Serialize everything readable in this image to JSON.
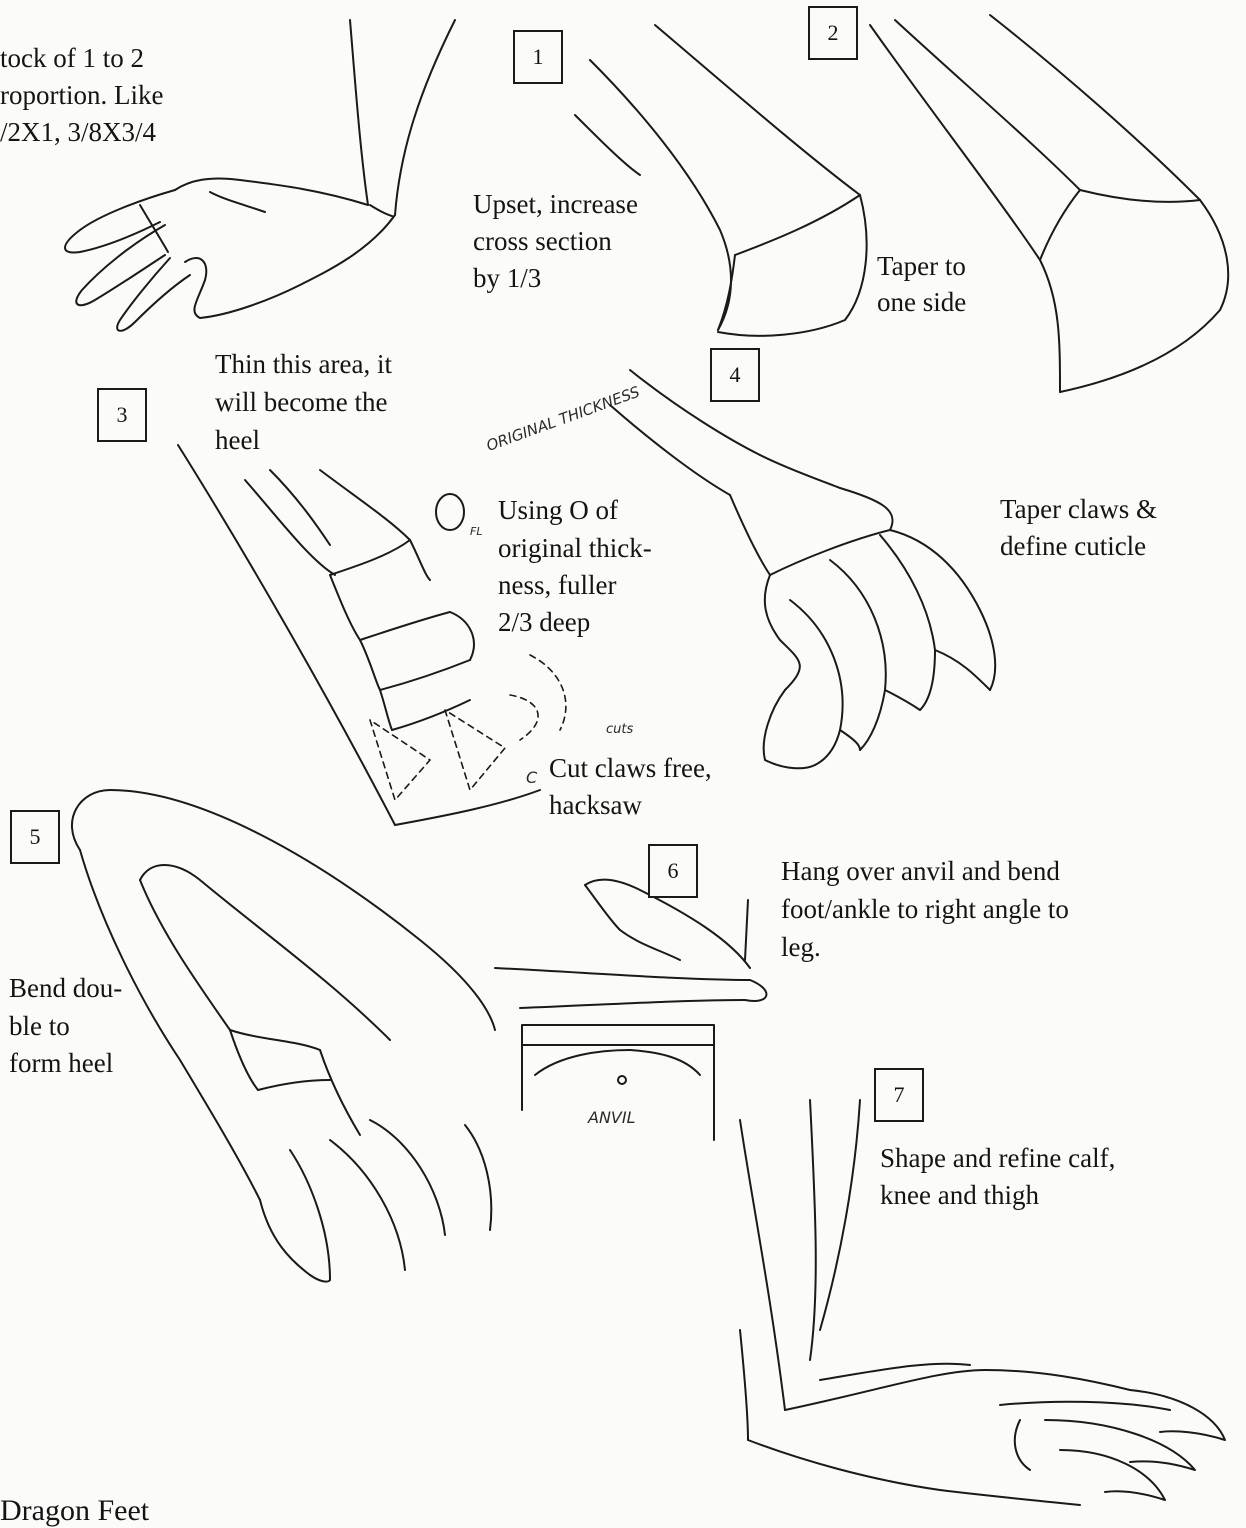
{
  "title": "Dragon Feet",
  "steps": [
    {
      "number": "1",
      "text": [
        "Upset, increase",
        "cross section",
        "by 1/3"
      ]
    },
    {
      "number": "2",
      "text": [
        "Taper to",
        "one side"
      ]
    },
    {
      "number": "3",
      "text": [
        "Thin this area, it",
        "will become the",
        "heel"
      ]
    },
    {
      "number": "4",
      "text": [
        "Taper claws &",
        "define cuticle"
      ]
    },
    {
      "number": "5",
      "text": [
        "Bend dou-",
        "ble to",
        "form heel"
      ]
    },
    {
      "number": "6",
      "text": [
        "Hang over anvil and bend",
        "foot/ankle to right angle to",
        "leg."
      ]
    },
    {
      "number": "7",
      "text": [
        "Shape and refine calf,",
        "knee and thigh"
      ]
    }
  ],
  "notes": {
    "stock": [
      "tock of 1 to 2",
      "roportion. Like",
      "/2X1, 3/8X3/4"
    ],
    "fuller": [
      "Using  O of",
      "original thick-",
      "ness, fuller",
      "2/3 deep"
    ],
    "cut": [
      "Cut claws free,",
      "hacksaw"
    ]
  },
  "handwritten": {
    "original_thickness": "ORIGINAL THICKNESS",
    "fl": "FL",
    "cuts": "cuts",
    "c": "C",
    "anvil": "ANVIL"
  }
}
